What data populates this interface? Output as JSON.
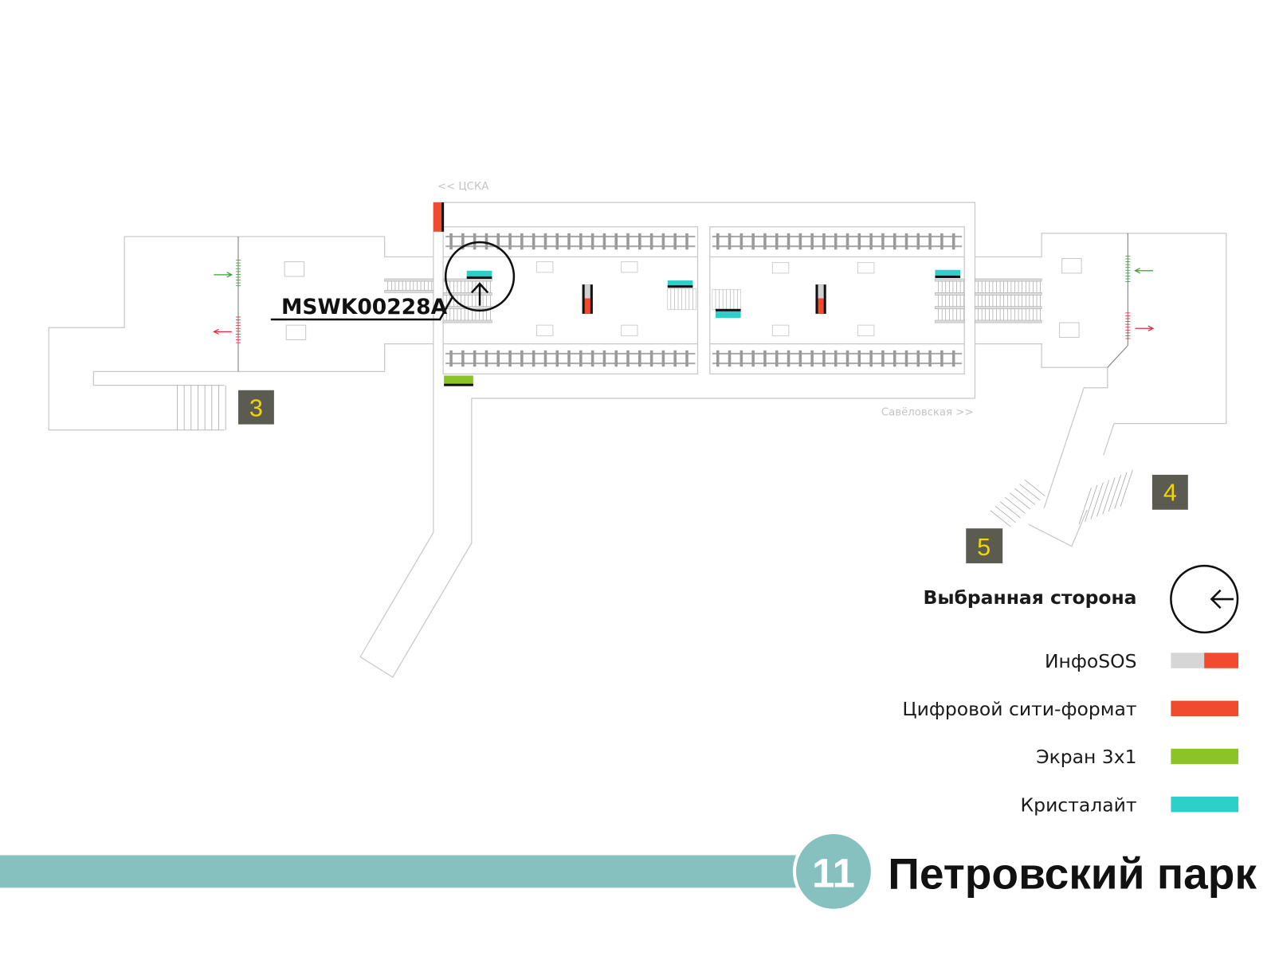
{
  "map": {
    "direction_left": "<< ЦСКА",
    "direction_right": "Савёловская >>",
    "selected_panel_id": "MSWK00228A",
    "exits": [
      "3",
      "4",
      "5"
    ]
  },
  "legend": {
    "selected_side": "Выбранная сторона",
    "items": [
      {
        "label": "ИнфоSOS",
        "color": "#f04a2f",
        "secondary_color": "#d6d6d6"
      },
      {
        "label": "Цифровой сити-формат",
        "color": "#f04a2f"
      },
      {
        "label": "Экран 3х1",
        "color": "#8cc427"
      },
      {
        "label": "Кристалайт",
        "color": "#2ccfc9"
      }
    ]
  },
  "station": {
    "line_number": "11",
    "name": "Петровский парк",
    "line_color": "#86c1c0"
  }
}
